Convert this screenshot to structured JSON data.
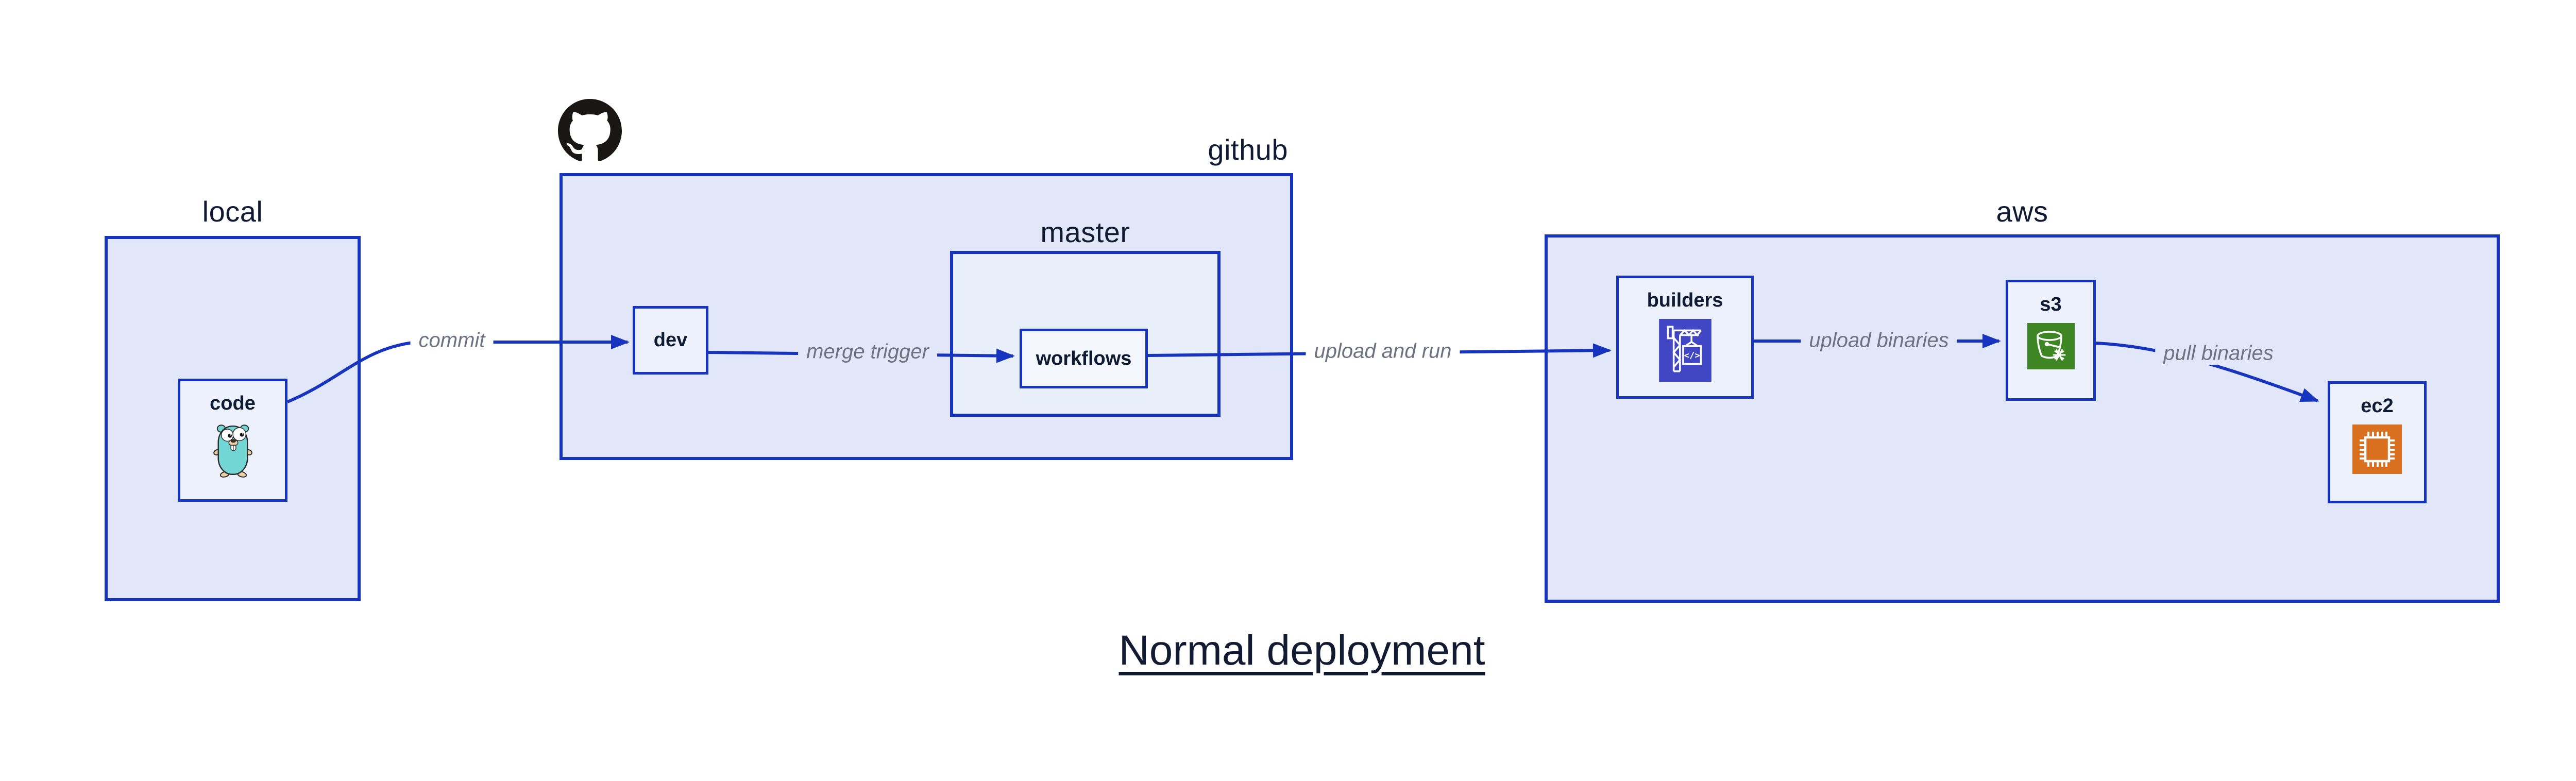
{
  "diagram": {
    "title": "Normal deployment",
    "containers": [
      {
        "id": "local",
        "label": "local"
      },
      {
        "id": "github",
        "label": "github"
      },
      {
        "id": "master",
        "label": "master"
      },
      {
        "id": "aws",
        "label": "aws"
      }
    ],
    "nodes": [
      {
        "id": "code",
        "label": "code",
        "icon": "go-gopher"
      },
      {
        "id": "dev",
        "label": "dev",
        "icon": ""
      },
      {
        "id": "workflows",
        "label": "workflows",
        "icon": ""
      },
      {
        "id": "builders",
        "label": "builders",
        "icon": "aws-codebuild"
      },
      {
        "id": "s3",
        "label": "s3",
        "icon": "aws-s3-bucket"
      },
      {
        "id": "ec2",
        "label": "ec2",
        "icon": "aws-ec2-chip"
      }
    ],
    "edges": [
      {
        "from": "code",
        "to": "dev",
        "label": "commit"
      },
      {
        "from": "dev",
        "to": "workflows",
        "label": "merge trigger"
      },
      {
        "from": "workflows",
        "to": "builders",
        "label": "upload and run"
      },
      {
        "from": "builders",
        "to": "s3",
        "label": "upload binaries"
      },
      {
        "from": "s3",
        "to": "ec2",
        "label": "pull binaries"
      }
    ],
    "icons": {
      "code_box": "go-gopher-icon",
      "builders_box": "codebuild-crane-icon",
      "s3_box": "s3-bucket-snowflake-icon",
      "ec2_box": "ec2-chip-icon",
      "github": "octocat-icon"
    },
    "colors": {
      "stroke_blue": "#1634bd",
      "container_fill": "#e1e7f9",
      "master_fill": "#e9eefb",
      "node_fill": "#edf1fc",
      "workflows_fill": "#f3f6fd",
      "label_navy": "#101a33",
      "edge_label_gray": "#6b7280",
      "github_black": "#191614",
      "codebuild_indigo": "#4146c4",
      "s3_green": "#3e8624",
      "ec2_orange": "#d9701f",
      "gopher_teal": "#72d6d4"
    }
  }
}
